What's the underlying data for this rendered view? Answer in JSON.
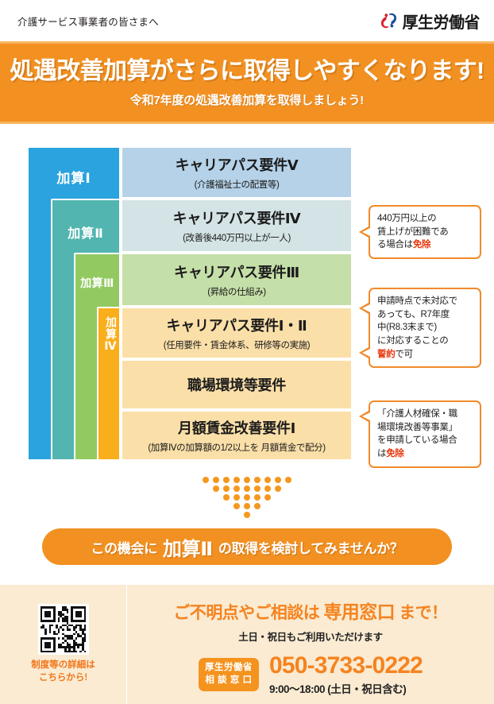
{
  "header": {
    "lead": "介護サービス事業者の皆さまへ",
    "ministry": "厚生労働省"
  },
  "hero": {
    "title": "処遇改善加算がさらに取得しやすくなります!",
    "subtitle": "令和7年度の処遇改善加算を取得しましょう!",
    "bg_color": "#F29122"
  },
  "diagram": {
    "tiers": [
      {
        "label": "加算Ⅰ",
        "color": "#2AA3DE"
      },
      {
        "label": "加算Ⅱ",
        "color": "#52B5AF"
      },
      {
        "label": "加算Ⅲ",
        "color": "#92CA61"
      },
      {
        "label": "加算Ⅳ",
        "color": "#F9AE1B"
      }
    ],
    "rows": [
      {
        "title": "キャリアパス要件Ⅴ",
        "sub": "(介護福祉士の配置等)",
        "color": "#B5D2E8"
      },
      {
        "title": "キャリアパス要件Ⅳ",
        "sub": "(改善後440万円以上が一人)",
        "color": "#D4E3E5"
      },
      {
        "title": "キャリアパス要件Ⅲ",
        "sub": "(昇給の仕組み)",
        "color": "#C5DFA8"
      },
      {
        "title": "キャリアパス要件Ⅰ・Ⅱ",
        "sub": "(任用要件・賃金体系、研修等の実施)",
        "color": "#FBDFA8"
      },
      {
        "title": "職場環境等要件",
        "sub": "",
        "color": "#FBDFA8"
      },
      {
        "title": "月額賃金改善要件Ⅰ",
        "sub": "(加算Ⅳの加算額の1/2以上を 月額賃金で配分)",
        "color": "#FBDFA8"
      }
    ],
    "callouts": [
      {
        "lines": [
          "440万円以上の",
          "賃上げが困難であ",
          "る場合は"
        ],
        "highlight": "免除",
        "tail_after": ""
      },
      {
        "lines": [
          "申請時点で未対応で",
          "あっても、R7年度",
          "中(R8.3末まで)",
          "に対応することの"
        ],
        "highlight": "誓約",
        "suffix": "で可"
      },
      {
        "lines": [
          "「介護人材確保・職",
          "場環境改善等事業」",
          "を申請している場合",
          "は"
        ],
        "highlight": "免除"
      }
    ]
  },
  "cta": {
    "prefix": "この機会に",
    "emphasis": "加算Ⅱ",
    "suffix": "の取得を検討してみませんか？"
  },
  "contact": {
    "qr_caption_line1": "制度等の詳細は",
    "qr_caption_line2": "こちらから!",
    "headline_prefix": "ご不明点やご相談は",
    "headline_strong": "専用窓口",
    "headline_suffix": "まで！",
    "subline": "土日・祝日もご利用いただけます",
    "badge_line1": "厚生労働省",
    "badge_line2": "相 談 窓 口",
    "phone": "050-3733-0222",
    "hours": "9:00〜18:00 (土日・祝日含む)"
  }
}
